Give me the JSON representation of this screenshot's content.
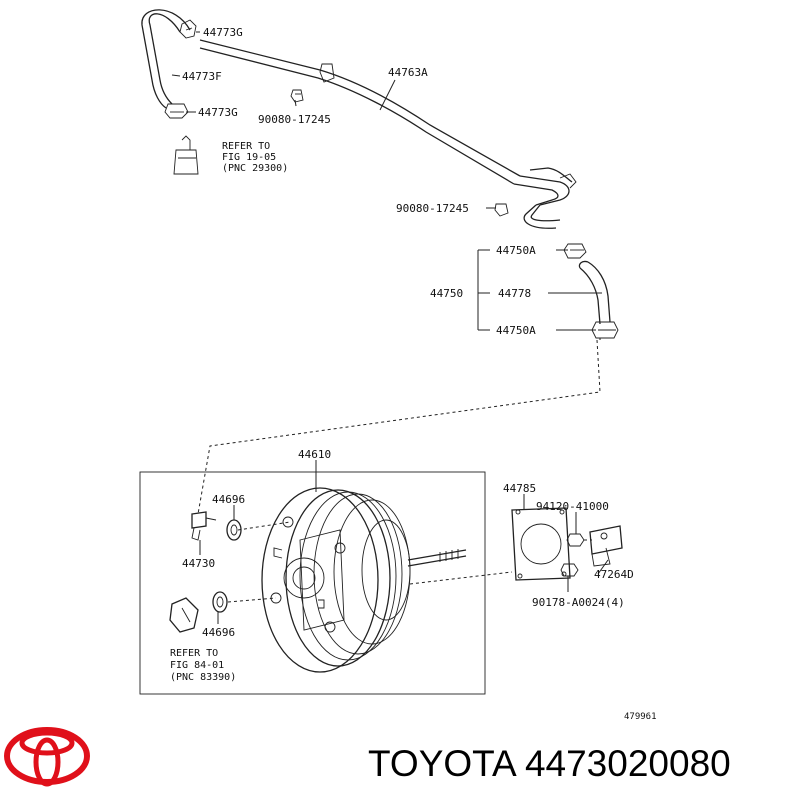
{
  "labels": {
    "clip_top": "44773G",
    "hose_upper": "44773F",
    "clip_mid": "44773G",
    "pipe": "44763A",
    "bolt_upper": "90080-17245",
    "bolt_lower": "90080-17245",
    "clip_a_top": "44750A",
    "hose_assy": "44750",
    "hose_lower": "44778",
    "clip_a_bot": "44750A",
    "booster": "44610",
    "grommet_upper": "44696",
    "valve": "44730",
    "grommet_lower": "44696",
    "gasket": "44785",
    "nut_a": "94120-41000",
    "bracket": "47264D",
    "nut_b": "90178-A0024(4)"
  },
  "refs": {
    "upper": {
      "line1": "REFER TO",
      "line2": "FIG 19-05",
      "line3": "(PNC 29300)"
    },
    "lower": {
      "line1": "REFER TO",
      "line2": "FIG 84-01",
      "line3": "(PNC 83390)"
    }
  },
  "figure_id": "479961",
  "brand": {
    "text": "TOYOTA 4473020080",
    "logo_color": "#e0101a"
  }
}
